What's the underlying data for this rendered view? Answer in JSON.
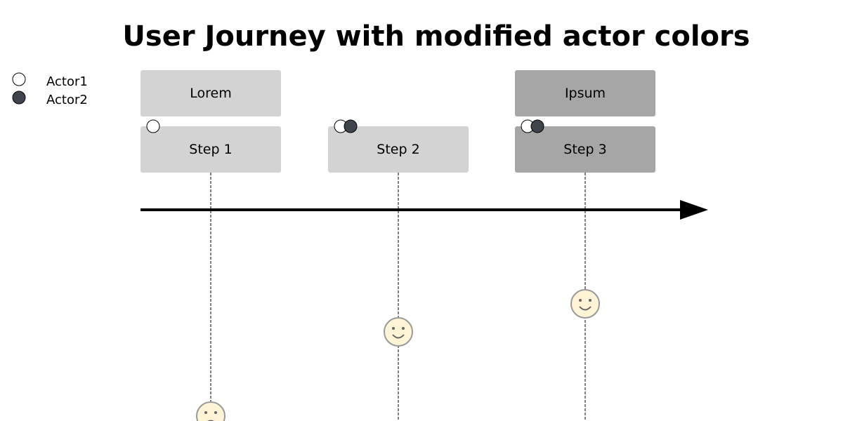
{
  "title": "User Journey with modified actor colors",
  "actors": [
    {
      "name": "Actor1",
      "color": "#ffffff"
    },
    {
      "name": "Actor2",
      "color": "#3f444d"
    }
  ],
  "sections": [
    {
      "label": "Lorem",
      "color": "#d3d3d3",
      "tasks": [
        0
      ]
    },
    {
      "label": "Ipsum",
      "color": "#a6a6a6",
      "tasks": [
        2
      ]
    }
  ],
  "tasks": [
    {
      "label": "Step 1",
      "color": "#d3d3d3",
      "actors": [
        "Actor1"
      ],
      "score": 1,
      "mood": "sad"
    },
    {
      "label": "Step 2",
      "color": "#d3d3d3",
      "actors": [
        "Actor1",
        "Actor2"
      ],
      "score": 4,
      "mood": "happy"
    },
    {
      "label": "Step 3",
      "color": "#a6a6a6",
      "actors": [
        "Actor1",
        "Actor2"
      ],
      "score": 5,
      "mood": "happy"
    }
  ],
  "face_color": "#fff5d6",
  "face_stroke": "#999999"
}
